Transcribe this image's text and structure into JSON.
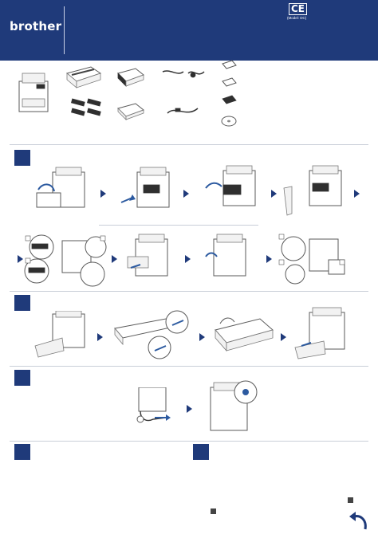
{
  "header": {
    "brand": "brother",
    "ce_mark": "CE",
    "ce_sub": "(Model: DC)",
    "colors": {
      "primary": "#1f3a7a",
      "accent": "#2c5aa0"
    }
  },
  "sections": [
    {
      "icon": "step-badge"
    },
    {
      "icon": "step-badge"
    },
    {
      "icon": "step-badge"
    },
    {
      "icon": "step-badge"
    },
    {
      "icon": "step-badge"
    }
  ],
  "icons": {
    "arrow": "arrow-right-icon",
    "back": "curved-back-arrow-icon",
    "note": "square-note-icon"
  }
}
